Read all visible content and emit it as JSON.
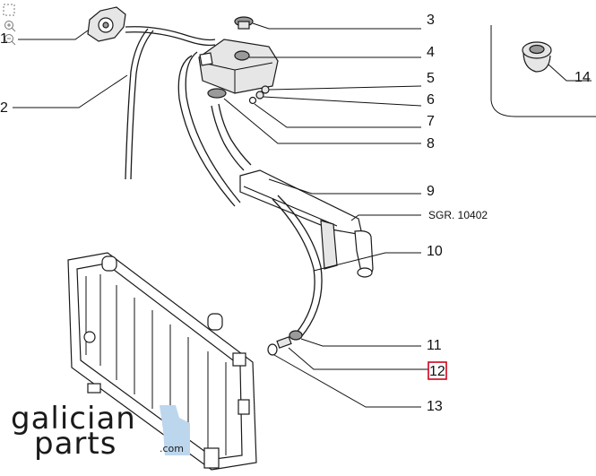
{
  "callouts": [
    {
      "id": "1",
      "label": "1"
    },
    {
      "id": "2",
      "label": "2"
    },
    {
      "id": "3",
      "label": "3"
    },
    {
      "id": "4",
      "label": "4"
    },
    {
      "id": "5",
      "label": "5"
    },
    {
      "id": "6",
      "label": "6"
    },
    {
      "id": "7",
      "label": "7"
    },
    {
      "id": "8",
      "label": "8"
    },
    {
      "id": "9",
      "label": "9"
    },
    {
      "id": "10",
      "label": "10"
    },
    {
      "id": "11",
      "label": "11"
    },
    {
      "id": "12",
      "label": "12",
      "highlighted": true
    },
    {
      "id": "13",
      "label": "13"
    },
    {
      "id": "14",
      "label": "14"
    }
  ],
  "reference_label": "SGR. 10402",
  "logo": {
    "line1": "galician",
    "line2": "parts",
    "suffix": ".com"
  },
  "colors": {
    "highlight": "#d0021b",
    "ink": "#1a1a1a",
    "logo_accent": "#bcd6ee"
  },
  "toolbar": {
    "icons": [
      "fit-icon",
      "zoom-in-icon",
      "zoom-out-icon"
    ]
  }
}
